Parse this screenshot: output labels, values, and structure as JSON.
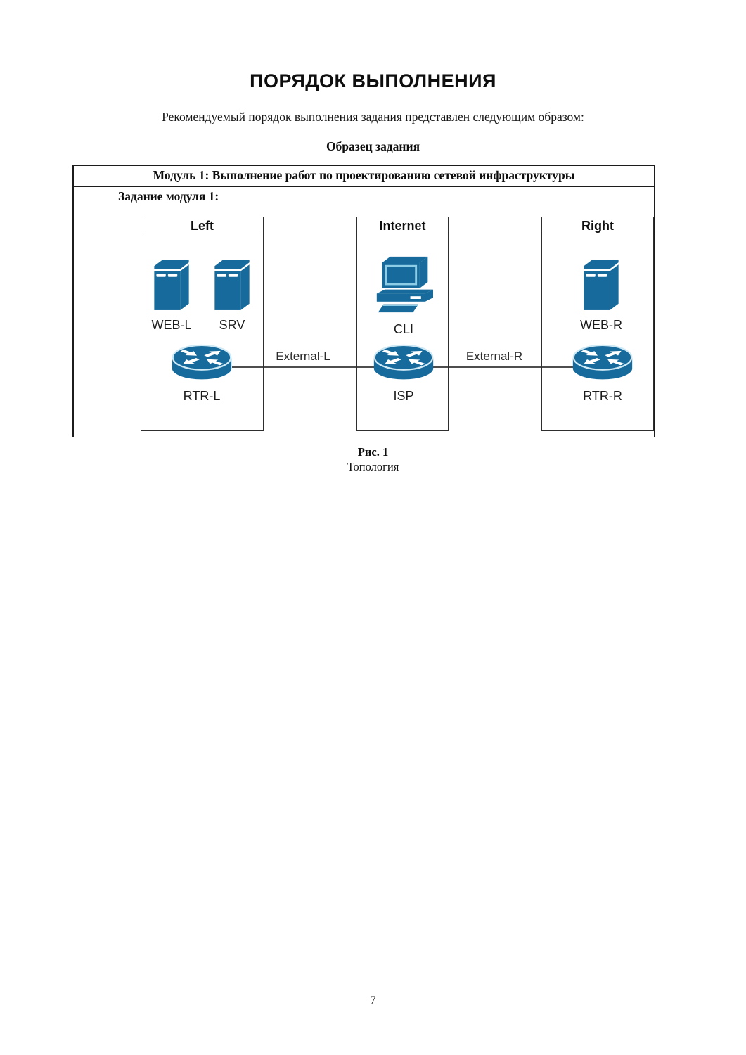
{
  "page": {
    "title": "ПОРЯДОК ВЫПОЛНЕНИЯ",
    "intro": "Рекомендуемый порядок выполнения задания представлен следующим образом:",
    "sample_heading": "Образец задания",
    "page_number": "7"
  },
  "task_table": {
    "module_header": "Модуль 1: Выполнение работ по проектированию сетевой инфраструктуры",
    "task_label": "Задание модуля 1:"
  },
  "topology": {
    "zones": [
      {
        "label": "Left",
        "devices": [
          {
            "name": "WEB-L",
            "type": "server"
          },
          {
            "name": "SRV",
            "type": "server"
          },
          {
            "name": "RTR-L",
            "type": "router"
          }
        ]
      },
      {
        "label": "Internet",
        "devices": [
          {
            "name": "CLI",
            "type": "workstation"
          },
          {
            "name": "ISP",
            "type": "router"
          }
        ]
      },
      {
        "label": "Right",
        "devices": [
          {
            "name": "WEB-R",
            "type": "server"
          },
          {
            "name": "RTR-R",
            "type": "router"
          }
        ]
      }
    ],
    "links": [
      {
        "label": "External-L",
        "from": "RTR-L",
        "to": "ISP"
      },
      {
        "label": "External-R",
        "from": "ISP",
        "to": "RTR-R"
      }
    ]
  },
  "figure": {
    "caption_title": "Рис. 1",
    "caption_subtitle": "Топология"
  },
  "colors": {
    "device-blue": "#176b9c",
    "device-highlight": "#8ecde6",
    "router-rim": "#cfe9f5",
    "link-line": "#4d4d4d",
    "border-dark": "#1c1c1c",
    "box-border": "#2e2e2e",
    "text": "#111111"
  }
}
